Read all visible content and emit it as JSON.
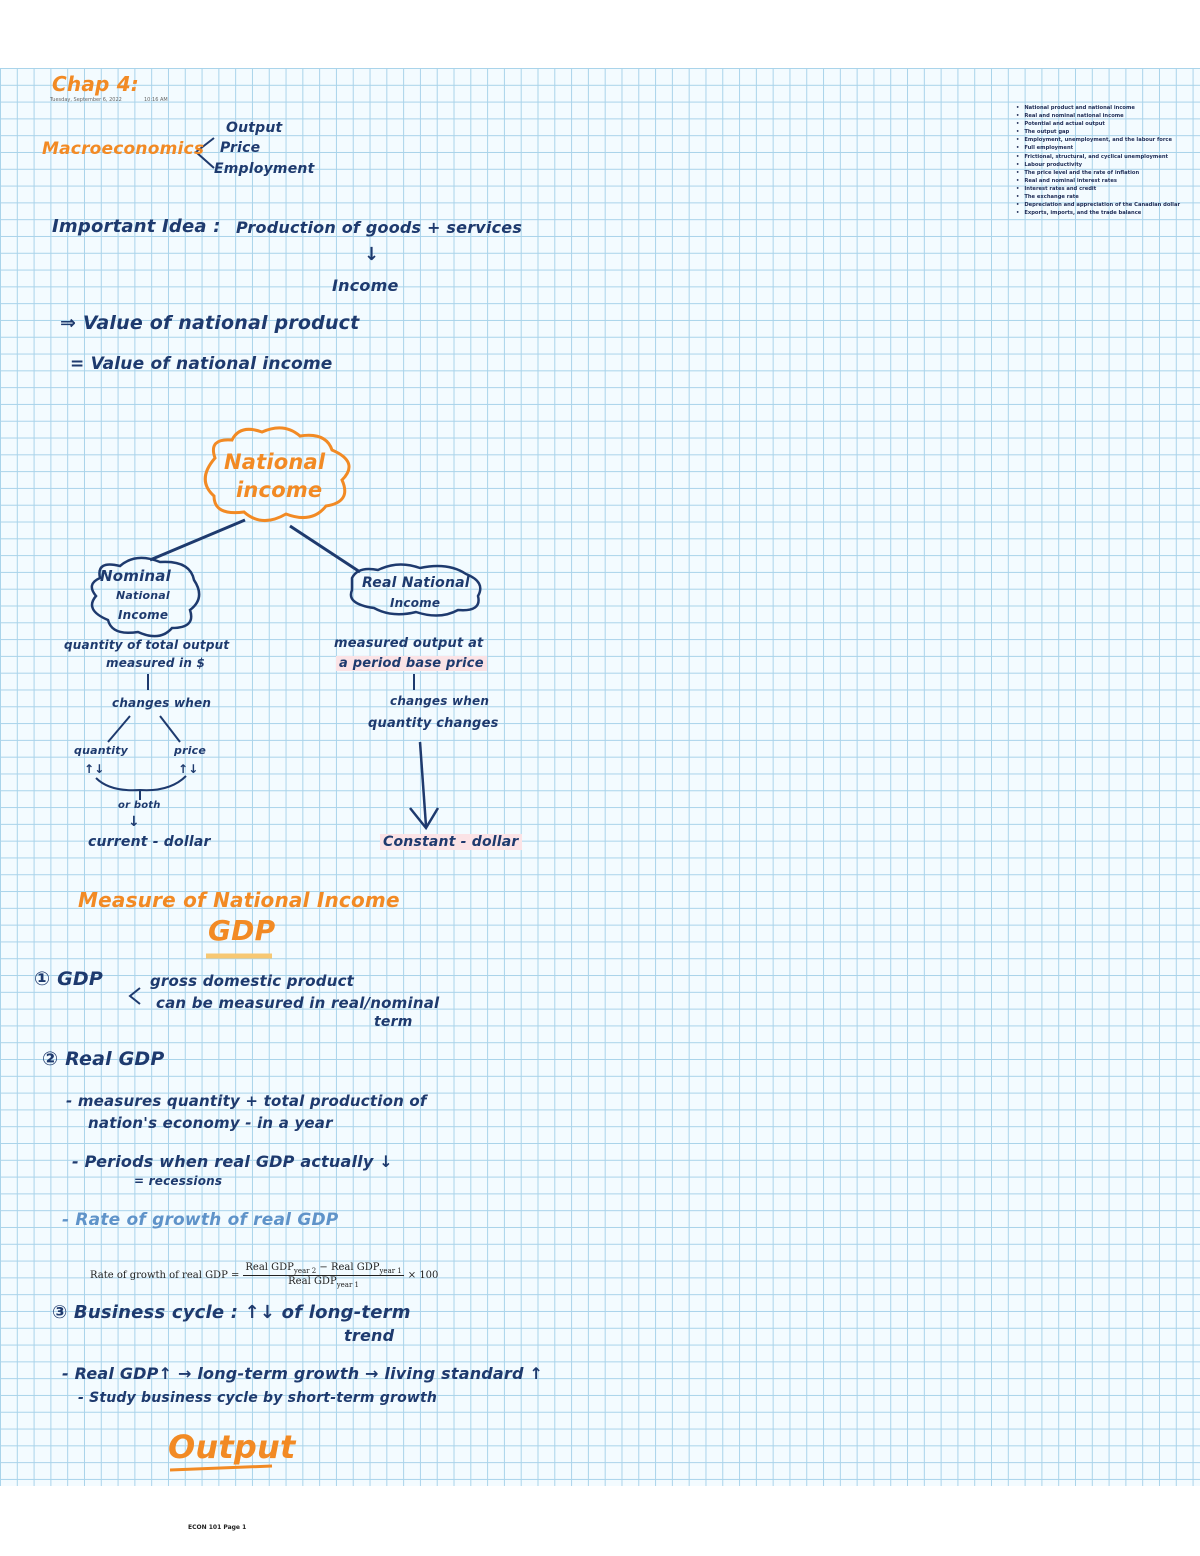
{
  "header": {
    "title": "Chap 4:",
    "date": "Tuesday, September 6, 2022",
    "time": "10:16 AM"
  },
  "macro": {
    "label": "Macroeconomics",
    "branches": [
      "Output",
      "Price",
      "Employment"
    ]
  },
  "idea": {
    "prefix": "Important Idea :",
    "text": "Production of goods + services",
    "arrow": "↓",
    "result": "Income",
    "line1": "⇒ Value of national product",
    "line2": "= Value of national income"
  },
  "tree": {
    "root": [
      "National",
      "income"
    ],
    "nominal": {
      "title": [
        "Nominal",
        "National",
        "Income"
      ],
      "desc": [
        "quantity of total output",
        "measured in $"
      ],
      "changes": "changes when",
      "quantity": "quantity",
      "price": "price",
      "qsign": "↑↓",
      "psign": "↑↓",
      "or_both": "or both",
      "arrow": "↓",
      "result": "current - dollar"
    },
    "real": {
      "title": [
        "Real National",
        "Income"
      ],
      "desc": [
        "measured output at",
        "a period base price"
      ],
      "changes": [
        "changes when",
        "quantity changes"
      ],
      "result": "Constant - dollar"
    }
  },
  "measure": {
    "heading": "Measure of National Income",
    "gdp": "GDP"
  },
  "sections": {
    "s1_title": "① GDP",
    "s1_notes": [
      "gross domestic product",
      "can be measured in real/nominal",
      "term"
    ],
    "s2_title": "② Real GDP",
    "s2_b1": [
      "- measures quantity + total production of",
      "nation's economy - in a year"
    ],
    "s2_b2": [
      "- Periods when real GDP actually ↓",
      "= recessions"
    ],
    "s2_b3": "- Rate of growth of real GDP",
    "formula": {
      "lhs": "Rate of growth of real GDP =",
      "numerator": "Real GDP",
      "num_sub1": "year 2",
      "minus": " − Real GDP",
      "num_sub2": "year 1",
      "denominator": "Real GDP",
      "den_sub": "year 1",
      "rhs": "× 100"
    },
    "s3_title": "③ Business cycle : ↑↓ of long-term",
    "s3_title2": "trend",
    "s3_b1": "- Real GDP↑ → long-term growth → living standard ↑",
    "s3_b2": "- Study business cycle by short-term growth",
    "output": "Output"
  },
  "side_list": [
    "National product and national income",
    "Real and nominal national income",
    "Potential and actual output",
    "The output gap",
    "Employment, unemployment, and the labour force",
    "Full employment",
    "Frictional, structural, and cyclical unemployment",
    "Labour productivity",
    "The price level and the rate of inflation",
    "Real and nominal interest rates",
    "Interest rates and credit",
    "The exchange rate",
    "Depreciation and appreciation of the Canadian dollar",
    "Exports, imports, and the trade balance"
  ],
  "footer": "ECON 101 Page 1",
  "colors": {
    "ink": "#1e3a6e",
    "accent": "#f28a24",
    "grid": "#a9d3ea"
  }
}
